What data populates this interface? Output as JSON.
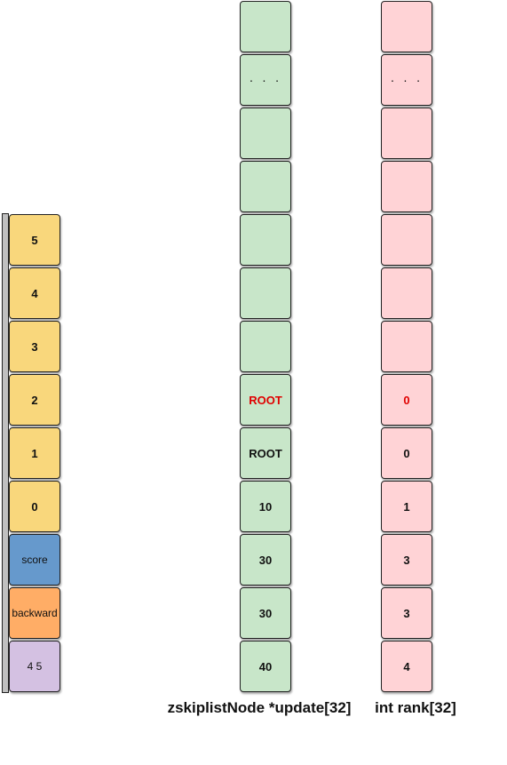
{
  "node": {
    "levels": [
      "5",
      "4",
      "3",
      "2",
      "1",
      "0"
    ],
    "score_label": "score",
    "backward_label": "backward",
    "ele_label": "4 5"
  },
  "update": {
    "caption": "zskiplistNode *update[32]",
    "cells": [
      "",
      "· · ·",
      "",
      "",
      "",
      "",
      "",
      "ROOT",
      "ROOT",
      "10",
      "30",
      "30",
      "40"
    ]
  },
  "rank": {
    "caption": "int rank[32]",
    "cells": [
      "",
      "· · ·",
      "",
      "",
      "",
      "",
      "",
      "0",
      "0",
      "1",
      "3",
      "3",
      "4"
    ]
  },
  "colors": {
    "level": "#f9d77c",
    "score": "#6699cc",
    "backward": "#ffad66",
    "ele": "#d4c1e2",
    "update": "#c8e6c9",
    "rank": "#ffd3d6",
    "highlight": "#e00000"
  }
}
